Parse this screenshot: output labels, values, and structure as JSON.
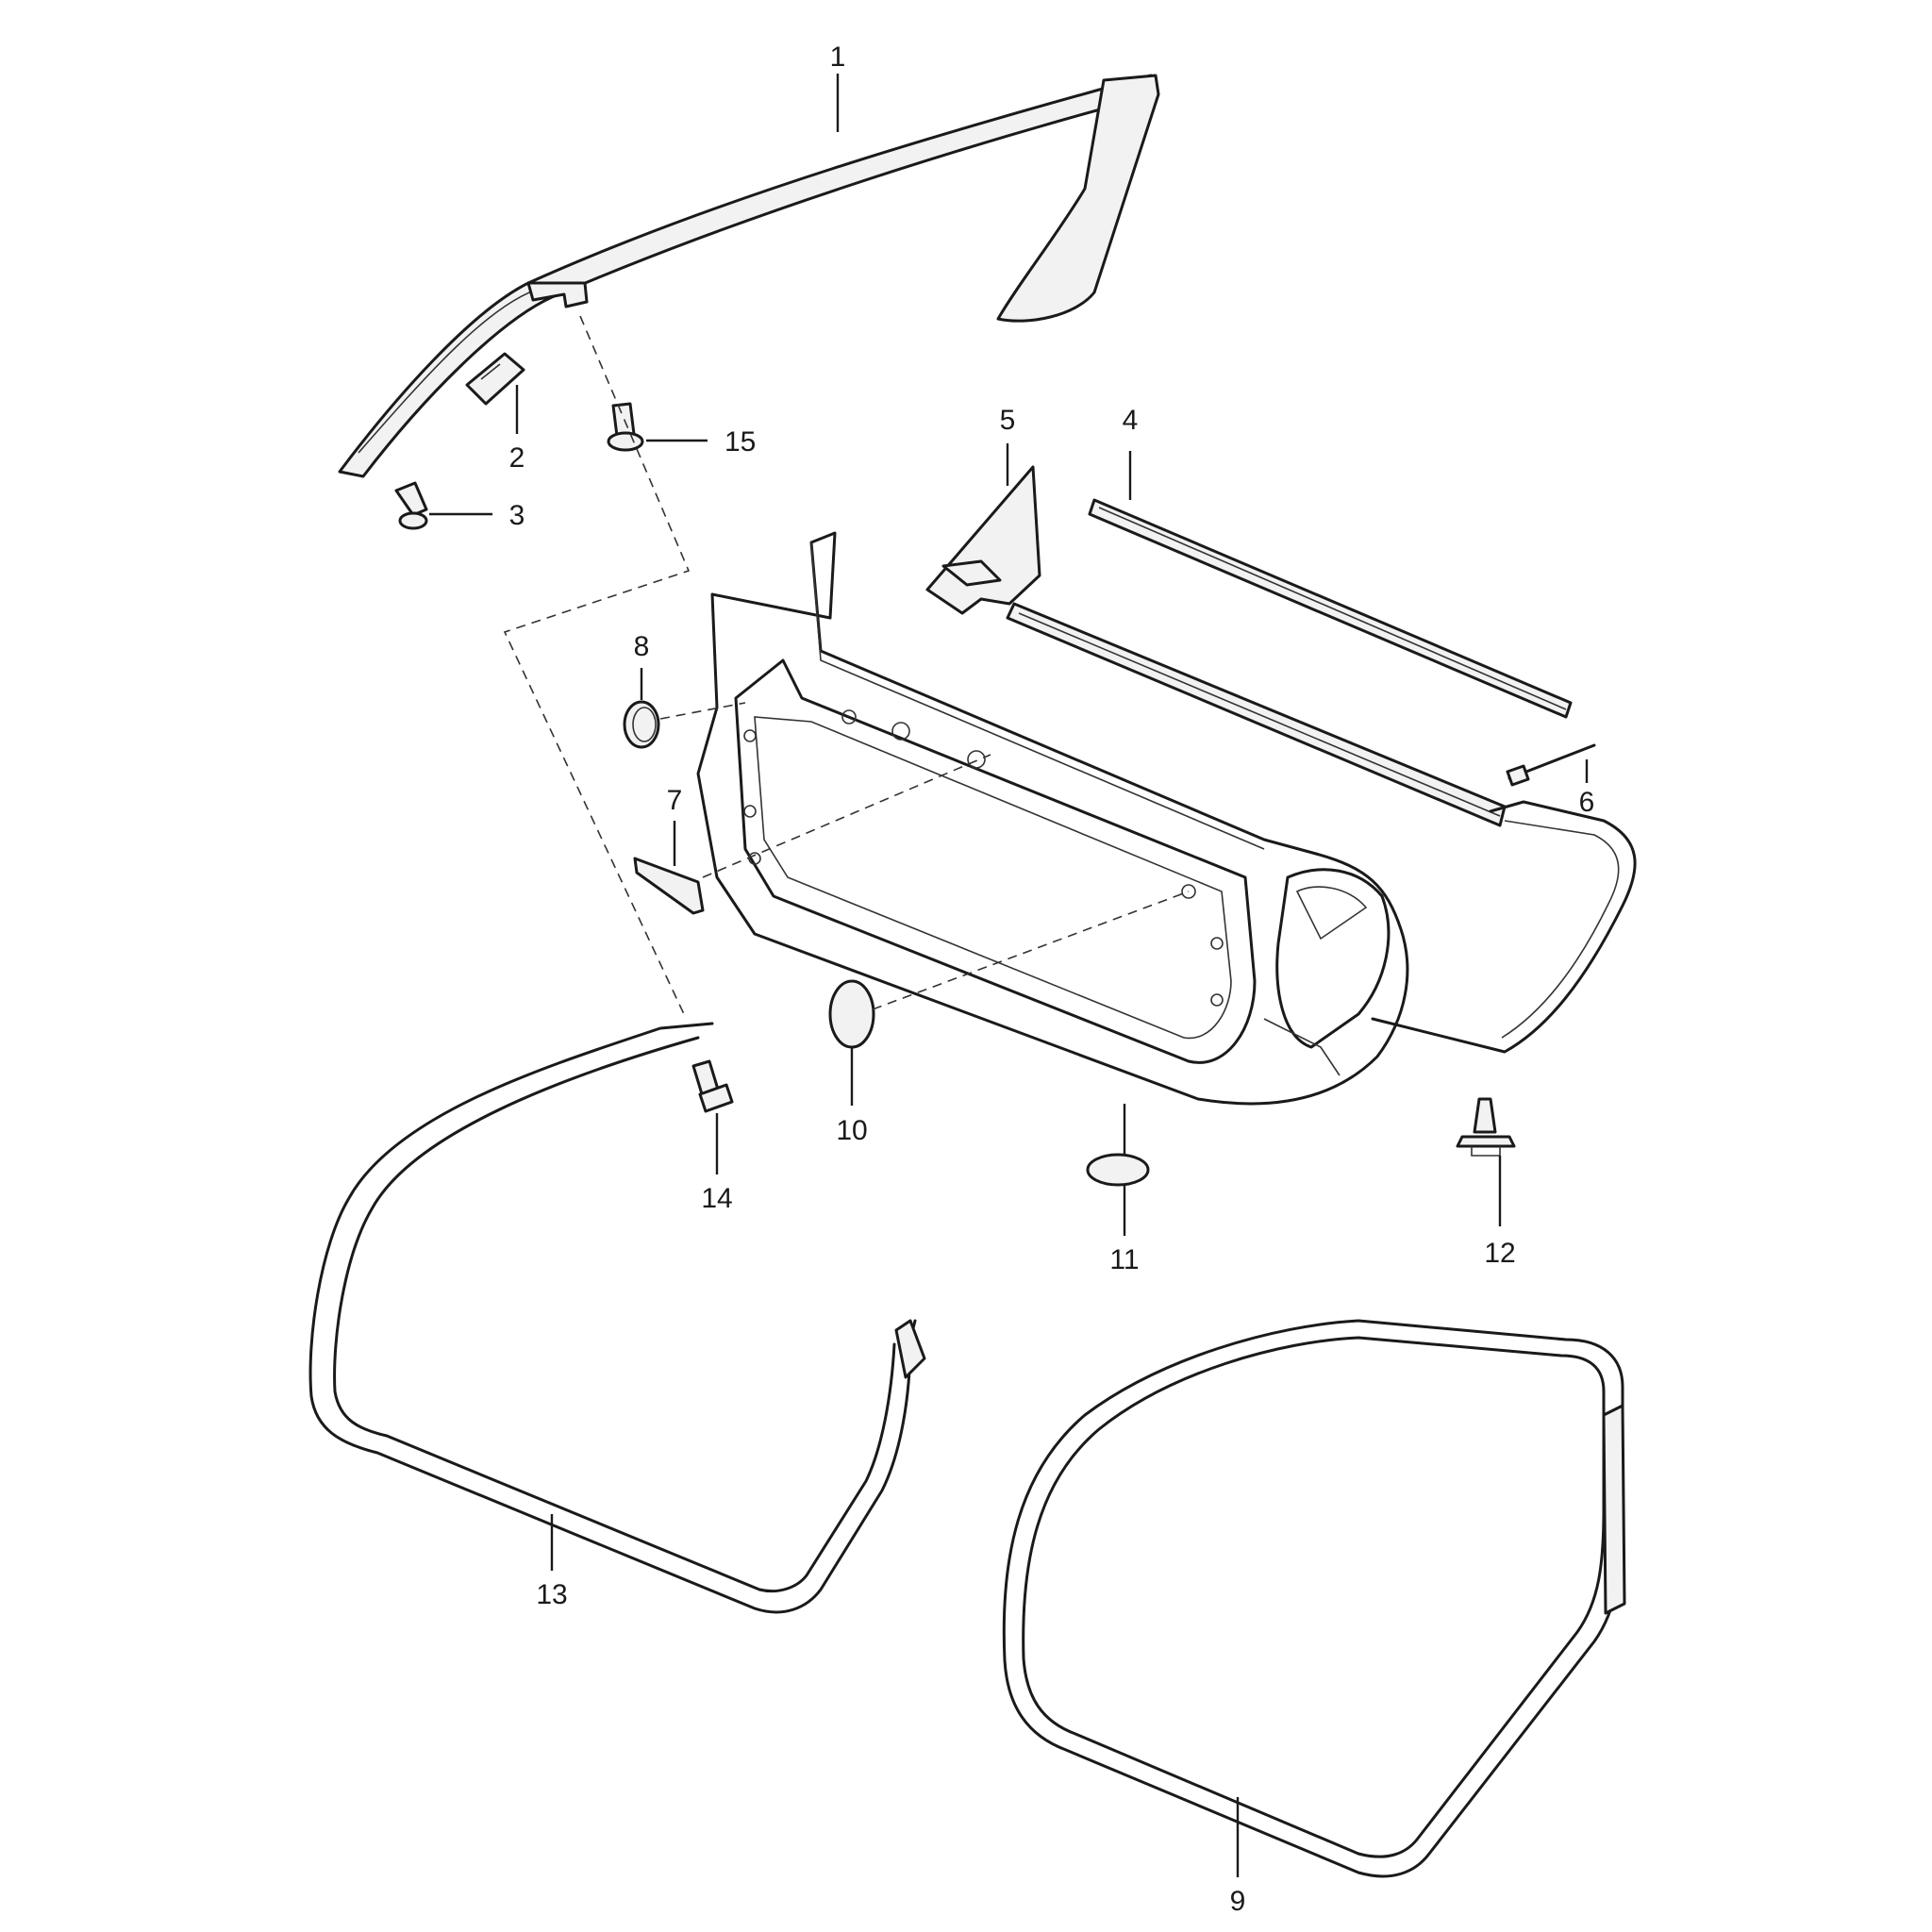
{
  "callouts": [
    {
      "id": "1",
      "text": "1"
    },
    {
      "id": "2",
      "text": "2"
    },
    {
      "id": "3",
      "text": "3"
    },
    {
      "id": "4",
      "text": "4"
    },
    {
      "id": "5",
      "text": "5"
    },
    {
      "id": "6",
      "text": "6"
    },
    {
      "id": "7",
      "text": "7"
    },
    {
      "id": "8",
      "text": "8"
    },
    {
      "id": "9",
      "text": "9"
    },
    {
      "id": "10",
      "text": "10"
    },
    {
      "id": "11",
      "text": "11"
    },
    {
      "id": "12",
      "text": "12"
    },
    {
      "id": "13",
      "text": "13"
    },
    {
      "id": "14",
      "text": "14"
    },
    {
      "id": "15",
      "text": "15"
    }
  ],
  "colors": {
    "line": "#1a1a1a",
    "background": "#ffffff",
    "part_fill": "#f2f2f2"
  }
}
